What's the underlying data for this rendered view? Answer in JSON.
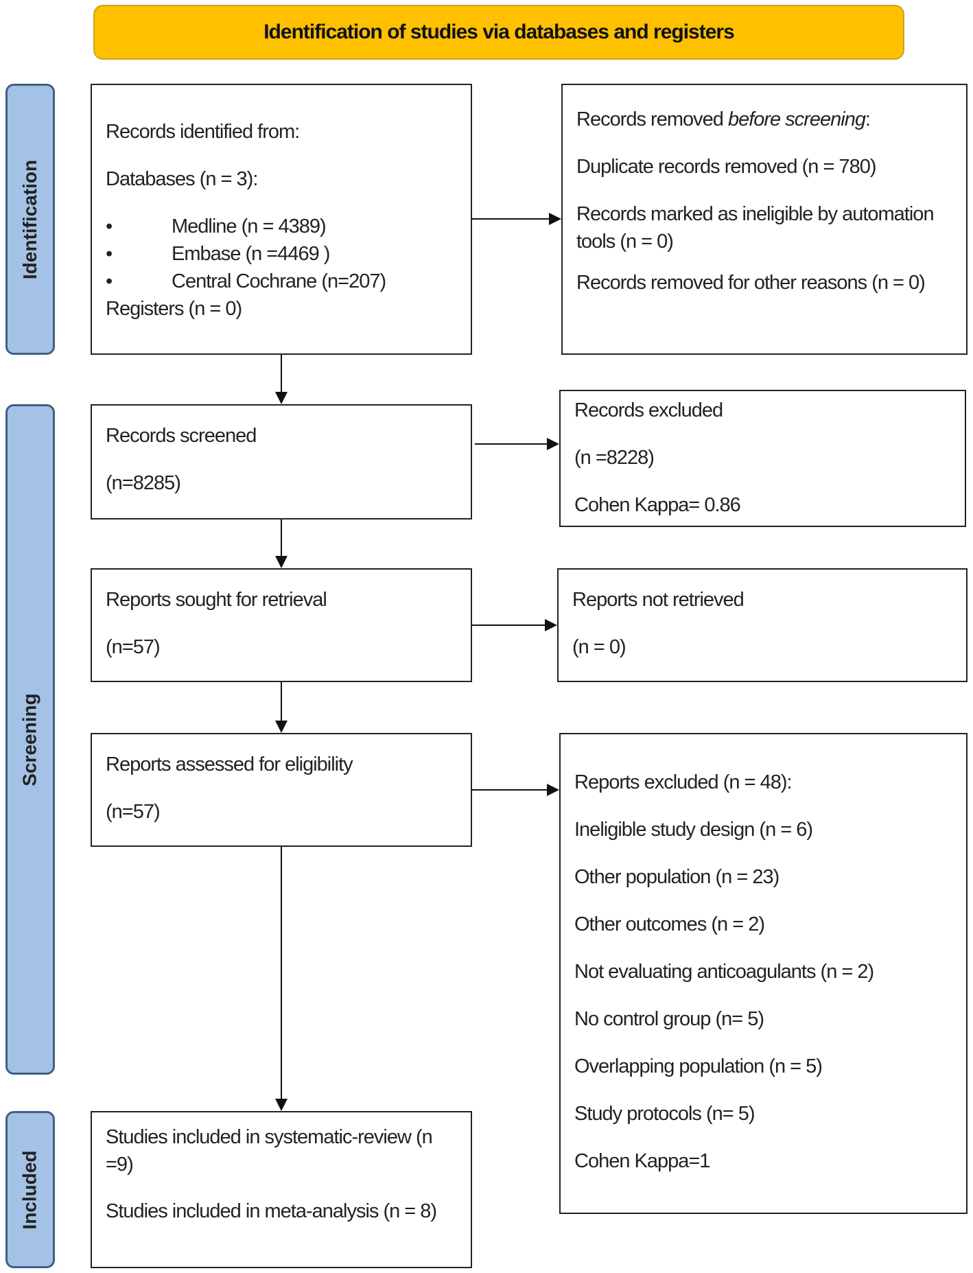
{
  "banner": "Identification of studies via databases and registers",
  "phases": {
    "identification": "Identification",
    "screening": "Screening",
    "included": "Included"
  },
  "identified": {
    "title": "Records identified from:",
    "databases": "Databases (n = 3):",
    "bullet": "•",
    "items": [
      "Medline (n = 4389)",
      "Embase (n =4469 )",
      "Central Cochrane (n=207)"
    ],
    "registers": "Registers (n = 0)"
  },
  "removed": {
    "title_pre": "Records removed ",
    "title_em": "before screening",
    "title_post": ":",
    "lines": [
      "Duplicate records removed  (n = 780)",
      "Records marked as ineligible by automation tools (n = 0)",
      "Records removed for other reasons (n = 0)"
    ]
  },
  "screened": {
    "title": "Records screened",
    "n": "(n=8285)"
  },
  "excluded": {
    "title": "Records excluded",
    "n": "(n =8228)",
    "kappa": "Cohen Kappa= 0.86"
  },
  "sought": {
    "title": "Reports sought for retrieval",
    "n": "(n=57)"
  },
  "not_retrieved": {
    "title": "Reports not retrieved",
    "n": "(n = 0)"
  },
  "assessed": {
    "title": "Reports assessed for eligibility",
    "n": "(n=57)"
  },
  "reports_excluded": {
    "title": "Reports excluded (n = 48):",
    "items": [
      "Ineligible study design (n = 6)",
      "Other population (n = 23)",
      "Other outcomes (n = 2)",
      "Not evaluating anticoagulants (n = 2)",
      "No control group (n= 5)",
      "Overlapping population (n = 5)",
      "Study protocols (n= 5)",
      "Cohen Kappa=1"
    ]
  },
  "included": {
    "review": "Studies included in systematic-review (n =9)",
    "meta": "Studies included in meta-analysis (n = 8)"
  }
}
